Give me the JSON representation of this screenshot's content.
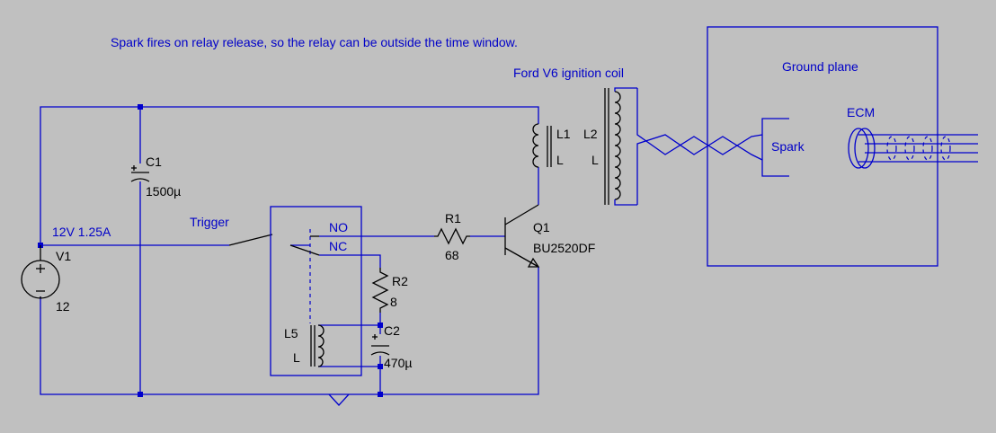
{
  "annotations": {
    "note": "Spark fires on relay release, so the relay can be outside the time window.",
    "coil_title": "Ford V6 ignition coil",
    "ground_plane": "Ground plane",
    "ecm": "ECM",
    "spark": "Spark",
    "trigger": "Trigger",
    "source_rating": "12V 1.25A",
    "relay_no": "NO",
    "relay_nc": "NC"
  },
  "components": {
    "c1": {
      "ref": "C1",
      "value": "1500µ"
    },
    "c2": {
      "ref": "C2",
      "value": "470µ"
    },
    "r1": {
      "ref": "R1",
      "value": "68"
    },
    "r2": {
      "ref": "R2",
      "value": "8"
    },
    "q1": {
      "ref": "Q1",
      "value": "BU2520DF"
    },
    "v1": {
      "ref": "V1",
      "value": "12"
    },
    "l1": {
      "ref": "L1",
      "value": "L"
    },
    "l2": {
      "ref": "L2",
      "value": "L"
    },
    "l5": {
      "ref": "L5",
      "value": "L"
    }
  },
  "colors": {
    "background": "#c0c0c0",
    "wire": "#0000cc",
    "component": "#000000"
  }
}
